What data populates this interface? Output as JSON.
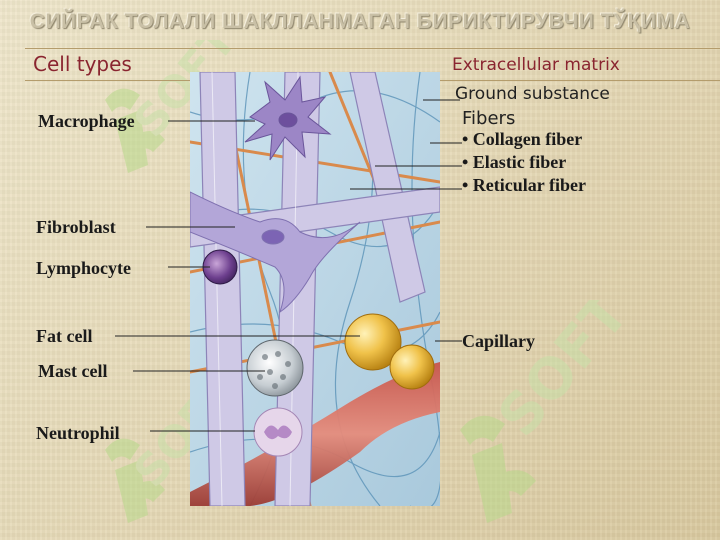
{
  "slide": {
    "title": "СИЙРАК ТОЛАЛИ ШАКЛЛАНМАГАН БИРИКТИРУВЧИ ТЎҚИМА"
  },
  "headers": {
    "cell_types": "Cell types",
    "extracellular_matrix": "Extracellular matrix"
  },
  "cell_labels": [
    {
      "key": "macrophage",
      "text": "Macrophage"
    },
    {
      "key": "fibroblast",
      "text": "Fibroblast"
    },
    {
      "key": "lymphocyte",
      "text": "Lymphocyte"
    },
    {
      "key": "fat_cell",
      "text": "Fat cell"
    },
    {
      "key": "mast_cell",
      "text": "Mast cell"
    },
    {
      "key": "neutrophil",
      "text": "Neutrophil"
    }
  ],
  "matrix": {
    "ground_substance": "Ground substance",
    "fibers_heading": "Fibers",
    "fibers": [
      "• Collagen fiber",
      "• Elastic fiber",
      "• Reticular fiber"
    ],
    "capillary": "Capillary"
  },
  "watermark": {
    "text": "SOFT"
  },
  "colors": {
    "header_red": "#8a2530",
    "watermark_green": "#b8d98a",
    "background": "#e6dab8"
  }
}
